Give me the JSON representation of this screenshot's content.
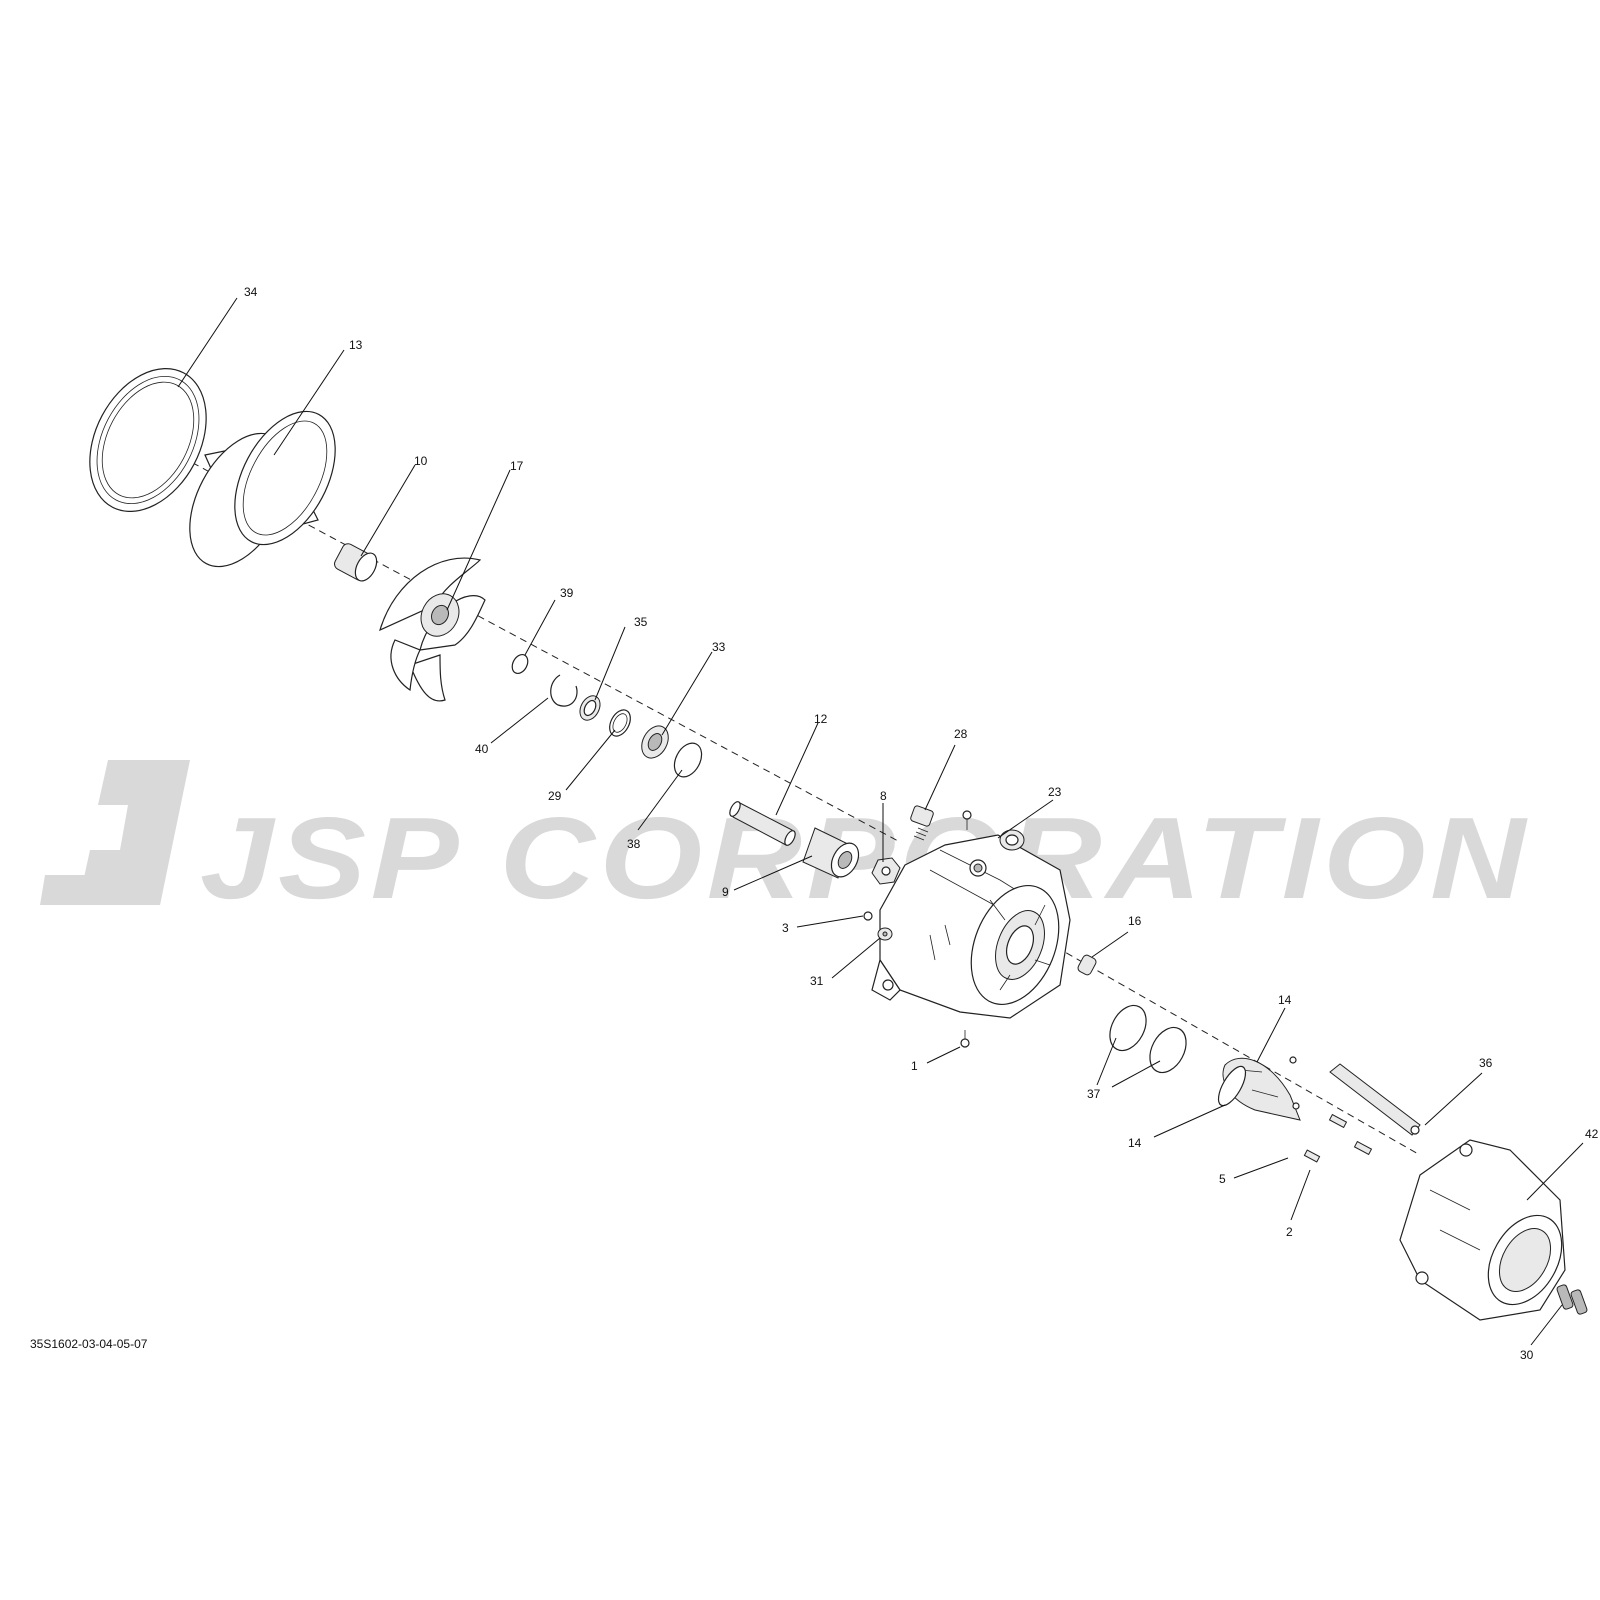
{
  "diagram": {
    "drawing_code": "35S1602-03-04-05-07",
    "watermark": "JSP CORPORATION",
    "callouts": [
      {
        "id": "c34",
        "label": "34"
      },
      {
        "id": "c13",
        "label": "13"
      },
      {
        "id": "c10",
        "label": "10"
      },
      {
        "id": "c17",
        "label": "17"
      },
      {
        "id": "c39",
        "label": "39"
      },
      {
        "id": "c35",
        "label": "35"
      },
      {
        "id": "c33",
        "label": "33"
      },
      {
        "id": "c40",
        "label": "40"
      },
      {
        "id": "c29",
        "label": "29"
      },
      {
        "id": "c38",
        "label": "38"
      },
      {
        "id": "c12",
        "label": "12"
      },
      {
        "id": "c9",
        "label": "9"
      },
      {
        "id": "c8",
        "label": "8"
      },
      {
        "id": "c28",
        "label": "28"
      },
      {
        "id": "c23",
        "label": "23"
      },
      {
        "id": "c3",
        "label": "3"
      },
      {
        "id": "c31",
        "label": "31"
      },
      {
        "id": "c16",
        "label": "16"
      },
      {
        "id": "c1",
        "label": "1"
      },
      {
        "id": "c37",
        "label": "37"
      },
      {
        "id": "c14a",
        "label": "14"
      },
      {
        "id": "c14b",
        "label": "14"
      },
      {
        "id": "c36",
        "label": "36"
      },
      {
        "id": "c42",
        "label": "42"
      },
      {
        "id": "c5",
        "label": "5"
      },
      {
        "id": "c2",
        "label": "2"
      },
      {
        "id": "c30",
        "label": "30"
      }
    ]
  }
}
